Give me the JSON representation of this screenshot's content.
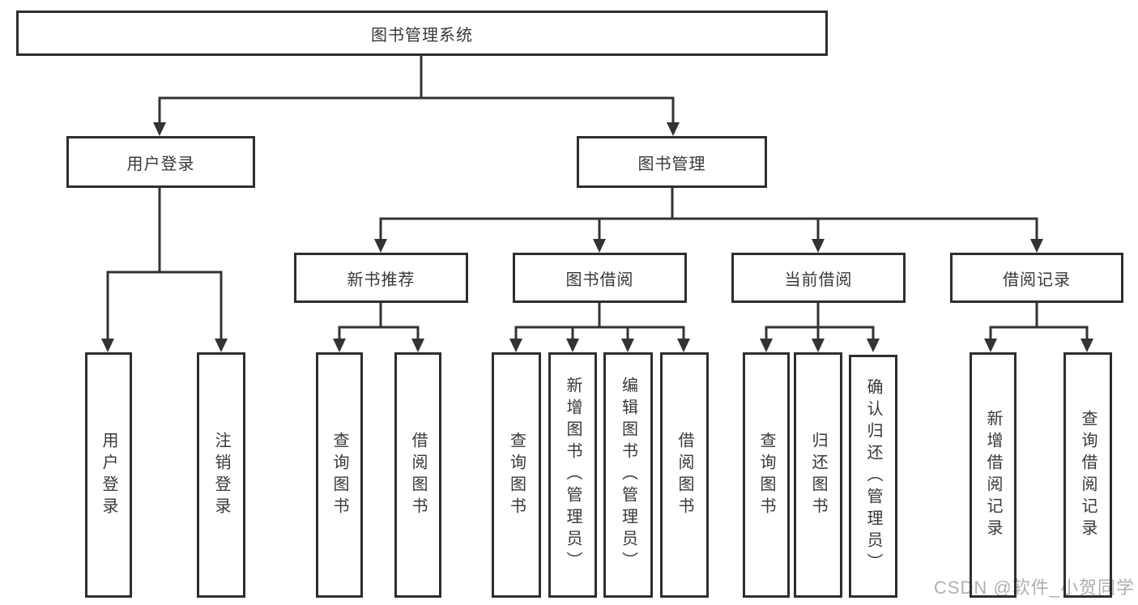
{
  "diagram": {
    "root": {
      "label": "图书管理系统"
    },
    "level2": [
      {
        "label": "用户登录"
      },
      {
        "label": "图书管理"
      }
    ],
    "level3": [
      {
        "label": "新书推荐"
      },
      {
        "label": "图书借阅"
      },
      {
        "label": "当前借阅"
      },
      {
        "label": "借阅记录"
      }
    ],
    "leaves": {
      "user_login": [
        {
          "label": "用户登录"
        },
        {
          "label": "注销登录"
        }
      ],
      "new_books": [
        {
          "label": "查询图书"
        },
        {
          "label": "借阅图书"
        }
      ],
      "book_borrow": [
        {
          "label": "查询图书"
        },
        {
          "label": "新增图书（管理员）"
        },
        {
          "label": "编辑图书（管理员）"
        },
        {
          "label": "借阅图书"
        }
      ],
      "current_borrow": [
        {
          "label": "查询图书"
        },
        {
          "label": "归还图书"
        },
        {
          "label": "确认归还（管理员）"
        }
      ],
      "borrow_records": [
        {
          "label": "新增借阅记录"
        },
        {
          "label": "查询借阅记录"
        }
      ]
    }
  },
  "watermark": {
    "text": "CSDN @软件_小贺同学"
  },
  "colors": {
    "line": "#333333",
    "border": "#2e2e2e",
    "text": "#383838",
    "watermark": "#b0b0b0",
    "background": "#ffffff"
  }
}
